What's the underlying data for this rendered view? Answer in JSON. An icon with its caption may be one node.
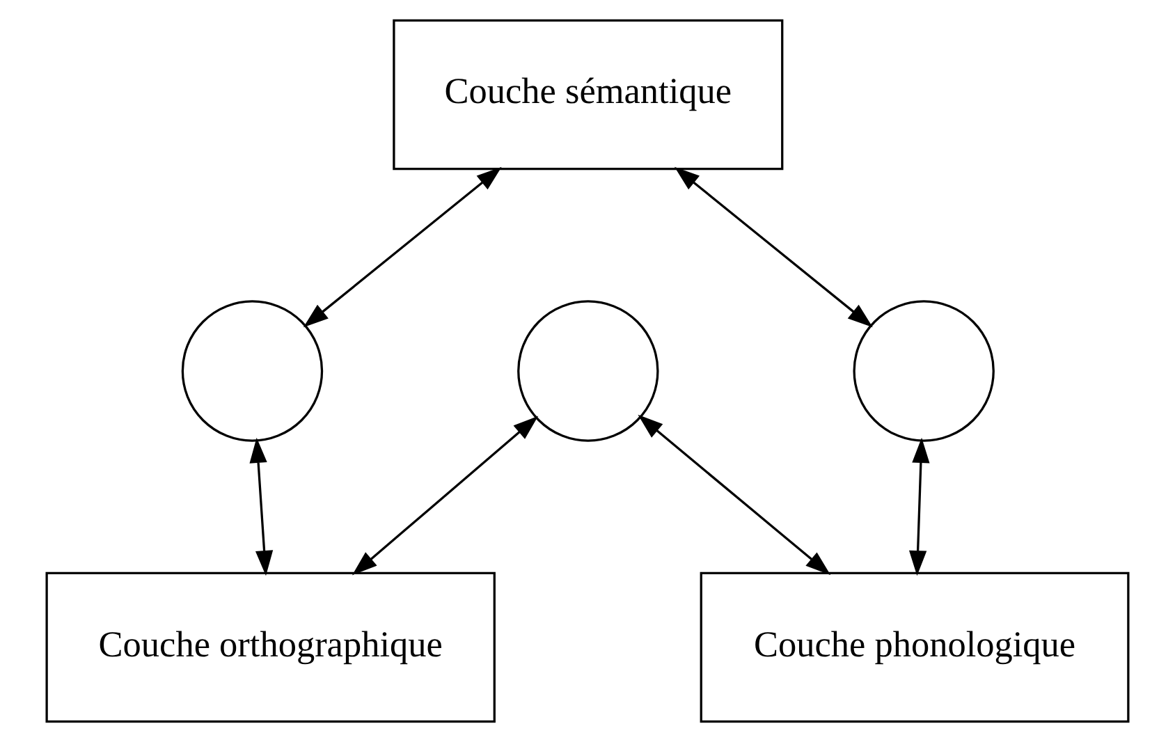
{
  "diagram": {
    "nodes": [
      {
        "text": [
          "Couche sémantique"
        ]
      },
      {
        "text": [],
        "shape": "circle"
      },
      {
        "text": [],
        "shape": "circle"
      },
      {
        "text": [],
        "shape": "circle"
      },
      {
        "text": [
          "Couche orthographique"
        ]
      },
      {
        "text": [
          "Couche phonologique"
        ]
      }
    ],
    "edges": [
      {
        "from": 0,
        "to": 1,
        "arrow": "both"
      },
      {
        "from": 0,
        "to": 3,
        "arrow": "both"
      },
      {
        "from": 1,
        "to": 4,
        "arrow": "both"
      },
      {
        "from": 3,
        "to": 5,
        "arrow": "both"
      },
      {
        "from": 2,
        "to": 4,
        "arrow": "both"
      },
      {
        "from": 2,
        "to": 5,
        "arrow": "both"
      }
    ]
  }
}
